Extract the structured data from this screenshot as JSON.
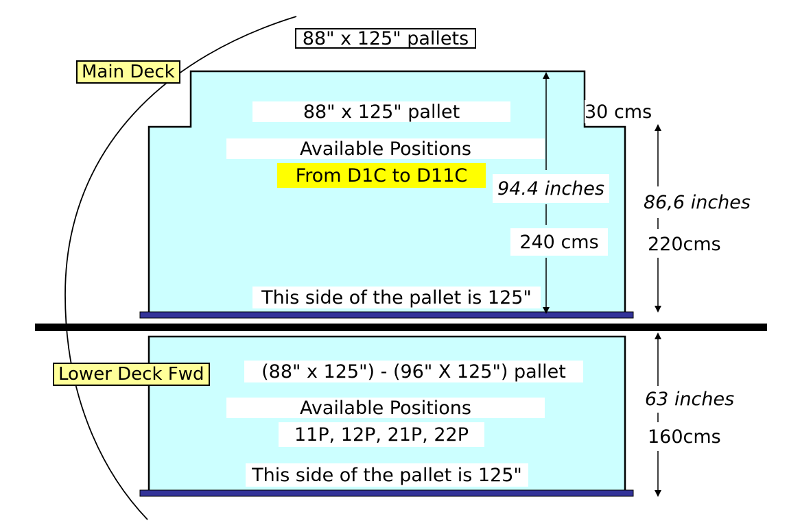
{
  "title": "88\" x 125\" pallets",
  "main_deck": {
    "label": "Main Deck",
    "pallet": "88\" x 125\" pallet",
    "available": "Available Positions",
    "positions": "From D1C to D11C",
    "height_in": "94.4 inches",
    "height_cm": "240 cms",
    "shoulder_cm": "30 cms",
    "side_height_in": "86,6 inches",
    "side_height_cm": "220cms",
    "side_note": "This side of the pallet is 125\""
  },
  "lower_deck": {
    "label": "Lower Deck Fwd",
    "pallet": "(88\" x 125\") - (96\" X 125\") pallet",
    "available": "Available Positions",
    "positions": "11P, 12P, 21P, 22P",
    "height_in": "63 inches",
    "height_cm": "160cms",
    "side_note": "This side of the pallet is 125\""
  },
  "colors": {
    "deck_fill": "#ccffff",
    "pallet_bar": "#333399",
    "tag_fill": "#ffff99",
    "highlight": "#ffff00"
  }
}
